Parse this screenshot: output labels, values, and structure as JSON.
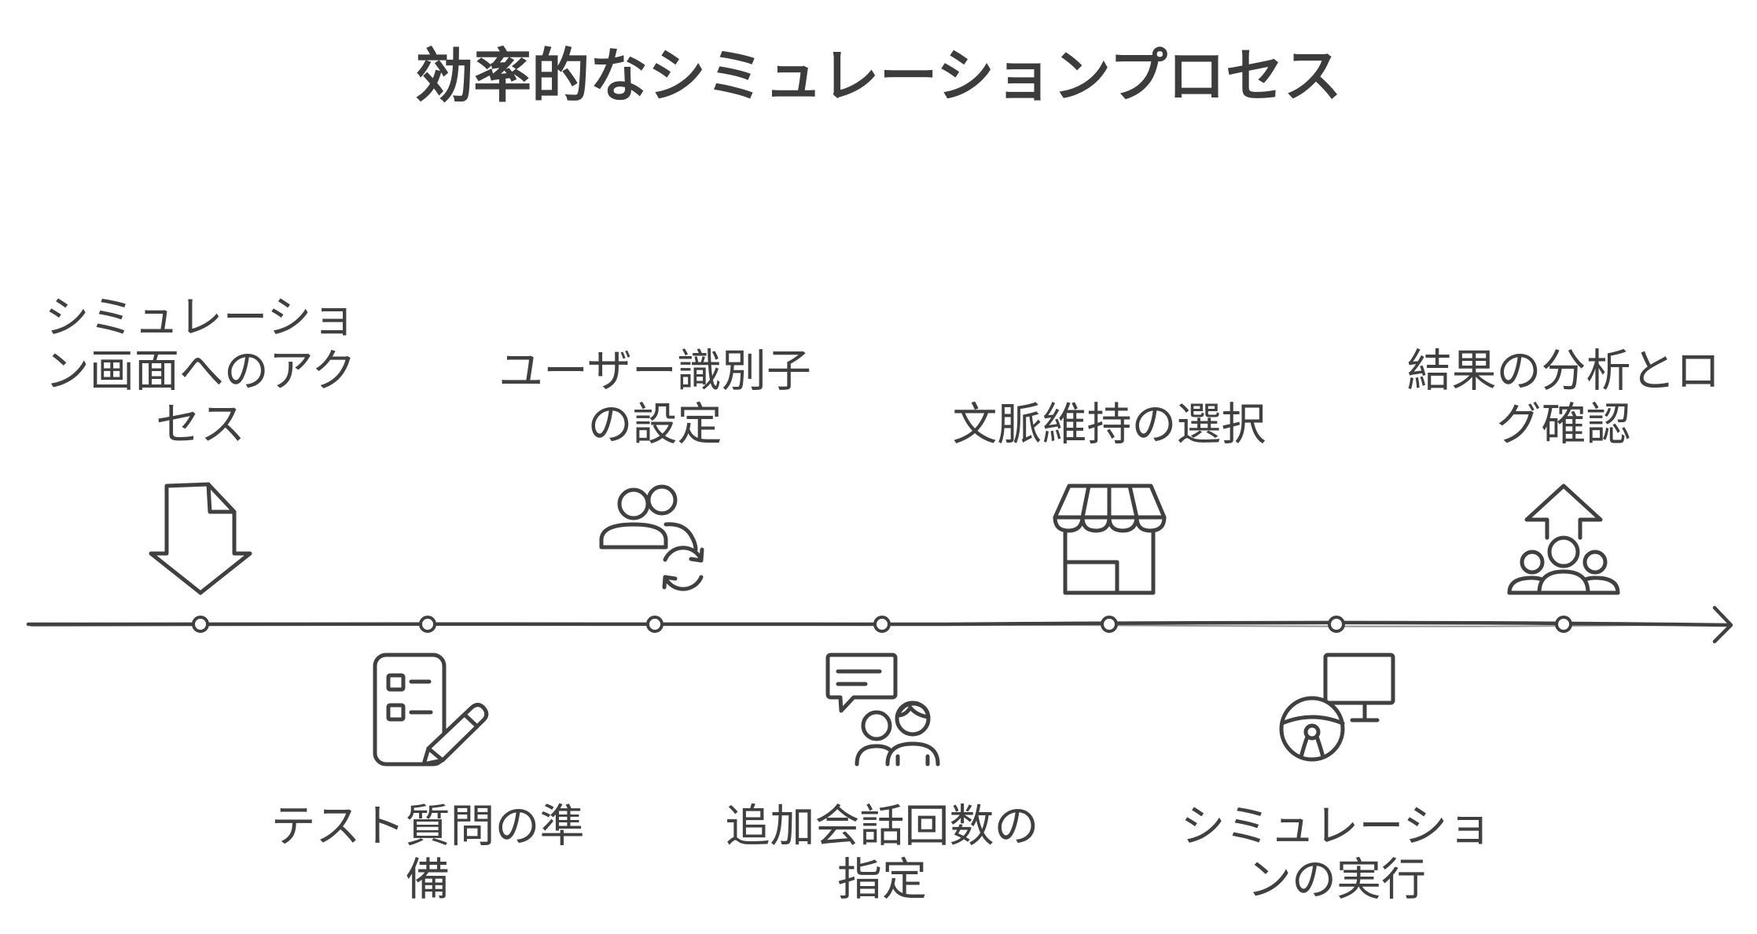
{
  "title": "効率的なシミュレーションプロセス",
  "steps": [
    {
      "lines": [
        "シミュレーショ",
        "ン画面へのアク",
        "セス"
      ],
      "icon": "download-document-icon"
    },
    {
      "lines": [
        "テスト質問の準",
        "備"
      ],
      "icon": "checklist-pencil-icon"
    },
    {
      "lines": [
        "ユーザー識別子",
        "の設定"
      ],
      "icon": "users-refresh-icon"
    },
    {
      "lines": [
        "追加会話回数の",
        "指定"
      ],
      "icon": "chat-people-icon"
    },
    {
      "lines": [
        "文脈維持の選択"
      ],
      "icon": "storefront-icon"
    },
    {
      "lines": [
        "シミュレーショ",
        "ンの実行"
      ],
      "icon": "steering-wheel-monitor-icon"
    },
    {
      "lines": [
        "結果の分析とロ",
        "グ確認"
      ],
      "icon": "people-arrow-up-icon"
    }
  ],
  "colors": {
    "ink": "#404040",
    "title": "#3c3c3c",
    "background": "#ffffff"
  }
}
